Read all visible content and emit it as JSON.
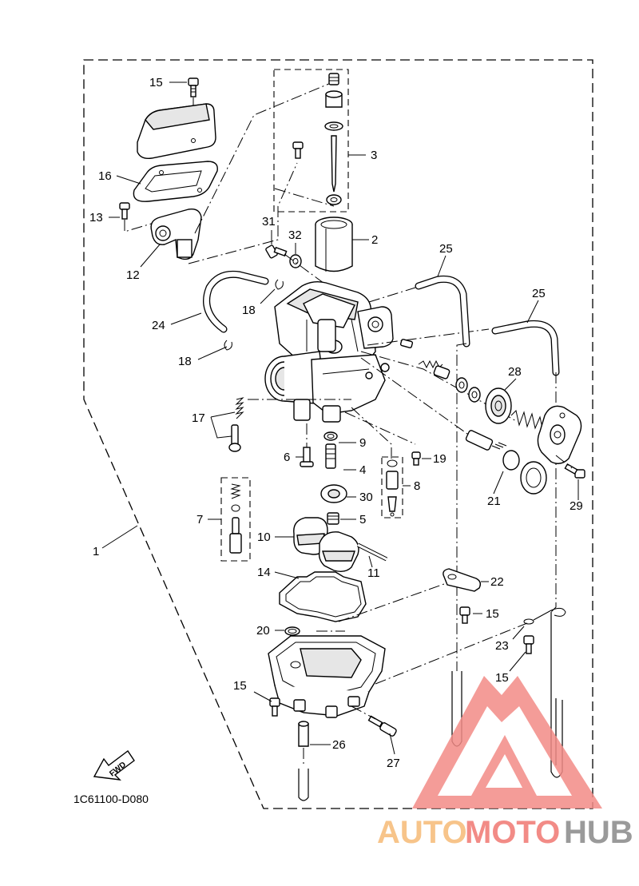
{
  "diagram_code": "1C61100-D080",
  "fwd_label": "FWD",
  "watermark": {
    "part1": "AUTO",
    "part2": "MOTO",
    "part3": "HUB",
    "color_auto": "#f7c48a",
    "color_moto": "#f28b86",
    "color_hub": "#9a9a9a"
  },
  "callouts": {
    "c1": "1",
    "c2": "2",
    "c3": "3",
    "c4": "4",
    "c5": "5",
    "c6": "6",
    "c7": "7",
    "c8": "8",
    "c9": "9",
    "c10": "10",
    "c11": "11",
    "c12": "12",
    "c13": "13",
    "c14": "14",
    "c15a": "15",
    "c15b": "15",
    "c15c": "15",
    "c15d": "15",
    "c16": "16",
    "c17": "17",
    "c18a": "18",
    "c18b": "18",
    "c19": "19",
    "c20": "20",
    "c21": "21",
    "c22": "22",
    "c23": "23",
    "c24": "24",
    "c25a": "25",
    "c25b": "25",
    "c26": "26",
    "c27": "27",
    "c28": "28",
    "c29": "29",
    "c30": "30",
    "c31": "31",
    "c32": "32"
  }
}
